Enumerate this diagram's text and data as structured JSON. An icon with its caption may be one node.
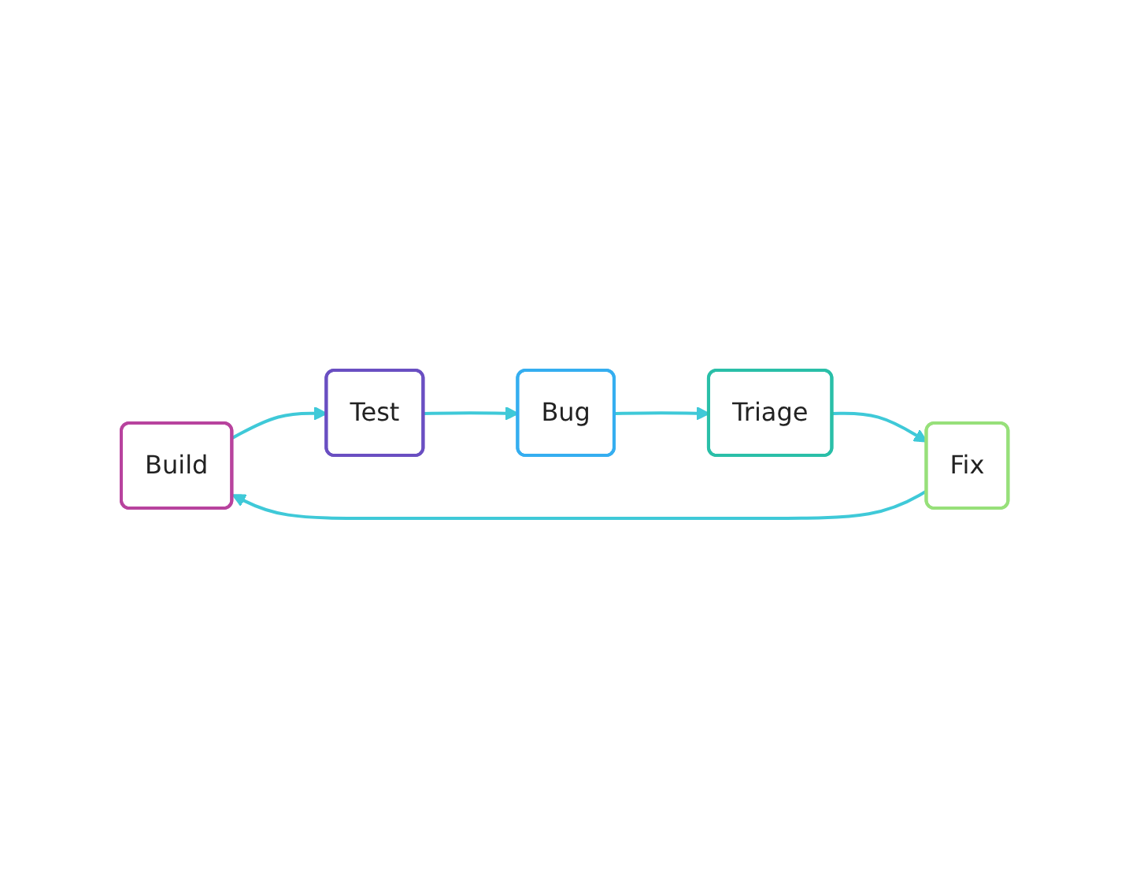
{
  "diagram": {
    "nodes": [
      {
        "text": [
          "Build"
        ]
      },
      {
        "text": [
          "Test"
        ]
      },
      {
        "text": [
          "Bug"
        ]
      },
      {
        "text": [
          "Triage"
        ]
      },
      {
        "text": [
          "Fix"
        ]
      }
    ],
    "edges": [
      {
        "from": 0,
        "to": 1,
        "arrow": "to"
      },
      {
        "from": 1,
        "to": 2,
        "arrow": "to"
      },
      {
        "from": 2,
        "to": 3,
        "arrow": "to"
      },
      {
        "from": 3,
        "to": 4,
        "arrow": "to"
      },
      {
        "from": 4,
        "to": 0,
        "arrow": "to"
      }
    ]
  }
}
